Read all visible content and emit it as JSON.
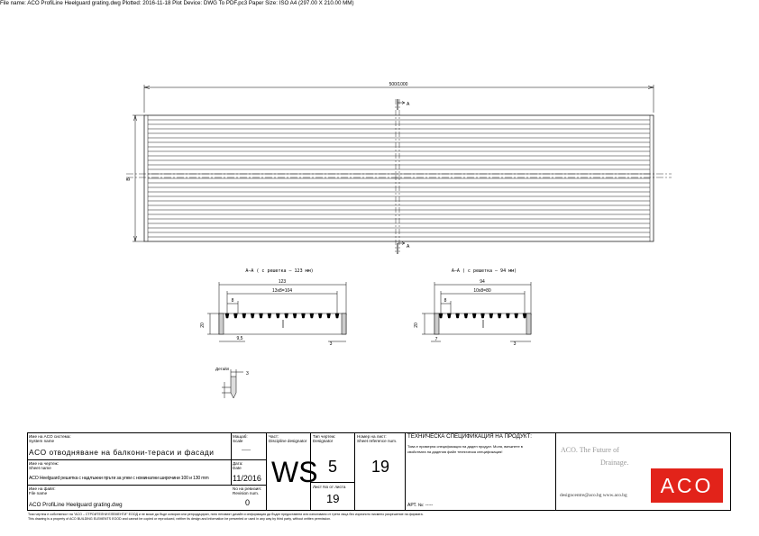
{
  "header": {
    "text": "File name: ACO ProfiLine Heelguard grating.dwg   Plotted: 2016-11-18   Plot Device: DWG To PDF.pc3   Paper Size: ISO A4 (297.00 X 210.00 MM)"
  },
  "plan": {
    "overall_dim": "500/1000",
    "height_dim": "B",
    "section_mark_top": "A",
    "section_mark_bottom": "A"
  },
  "section_left": {
    "title": "A–A  ( с решетка – 123 мм)",
    "overall": "123",
    "pitch": "13x8=104",
    "spacing": "8",
    "height": "20",
    "left_offset": "9,5",
    "wall": "3"
  },
  "section_right": {
    "title": "A–A  ( с решетка – 94 мм)",
    "overall": "94",
    "pitch": "10x8=80",
    "spacing": "8",
    "height": "20",
    "left_offset": "7",
    "wall": "3"
  },
  "detail": {
    "title": "Детайл",
    "dim": "3"
  },
  "title_block": {
    "system_label": "Име на ACO система:",
    "system_label_en": "System name",
    "system_name": "ACO отводняване на балкони-тераси и фасади",
    "sheet_label": "Име на чертеж:",
    "sheet_label_en": "Sheet name",
    "sheet_name": "ACO Heelguard решетка с надлъжни пръти за улеи с номинални широчини 100 и 130 mm",
    "file_label": "Име на файл:",
    "file_label_en": "File name",
    "file_name": "ACO ProfiLine Heelguard grating.dwg",
    "scale_label": "Мащаб:",
    "scale_label_en": "Scale",
    "scale_value": "-----",
    "date_label": "Дата:",
    "date_label_en": "Date",
    "date_value": "11/2016",
    "revision_label": "No на ревизия:",
    "revision_label_en": "Revision num.",
    "revision_value": "0",
    "part_label": "Част:",
    "part_label_en": "Discipline designator",
    "part_value": "WS",
    "type_label": "Тип чертеж:",
    "type_label_en": "Designator",
    "type_value": "5",
    "sheetno_label": "Номер на лист:",
    "sheetno_label_en": "Sheet reference num.",
    "sheetno_value": "19",
    "sheetof_label": "Лист No от листа",
    "sheetof_value": "19",
    "spec_title": "ТЕХНИЧЕСКА СПЕЦИФИКАЦИЯ НА ПРОДУКТ:",
    "spec_text_1": "Това е примерна спецификация на даден продукт. Моля, вмъкнете в",
    "spec_text_2": "свойствата на дадения файл техническа спецификация!",
    "art_label": "АРТ. №: -----",
    "brand_line1": "ACO. The Future of",
    "brand_line2": "Drainage.",
    "contacts": "designcentre@aco.bg   www.aco.bg",
    "logo_text": "ACO",
    "logo_color": "#e2231a"
  },
  "footer": {
    "line1": "Този чертеж е собственост на \"ACO – СТРОИТЕЛНИ ЕЛЕМЕНТИ\" ЕООД и не може да бъде копиран или репродуциран, нито неговият дизайн и информация да бъдат предоставени или използвани от трети лица без изричното писмено разрешение на фирмата.",
    "line2": "This drawing is a property of ACO BUILDING ELEMENTS EOOD and cannot be copied or reproduced, neither its design and information be presented or used in any way by third party, without written permission."
  }
}
